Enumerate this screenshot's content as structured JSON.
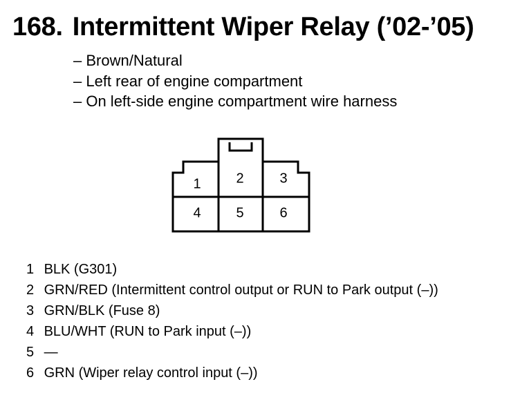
{
  "header": {
    "number": "168.",
    "title": "Intermittent Wiper Relay (’02-’05)"
  },
  "info": [
    "– Brown/Natural",
    "– Left rear of engine compartment",
    "– On left-side engine compartment wire harness"
  ],
  "connector": {
    "pin_labels": [
      "1",
      "2",
      "3",
      "4",
      "5",
      "6"
    ]
  },
  "pins": [
    {
      "number": "1",
      "description": "BLK (G301)"
    },
    {
      "number": "2",
      "description": "GRN/RED (Intermittent control output or RUN to Park output (–))"
    },
    {
      "number": "3",
      "description": "GRN/BLK (Fuse 8)"
    },
    {
      "number": "4",
      "description": "BLU/WHT (RUN to Park input (–))"
    },
    {
      "number": "5",
      "description": "—"
    },
    {
      "number": "6",
      "description": "GRN (Wiper relay control input (–))"
    }
  ]
}
